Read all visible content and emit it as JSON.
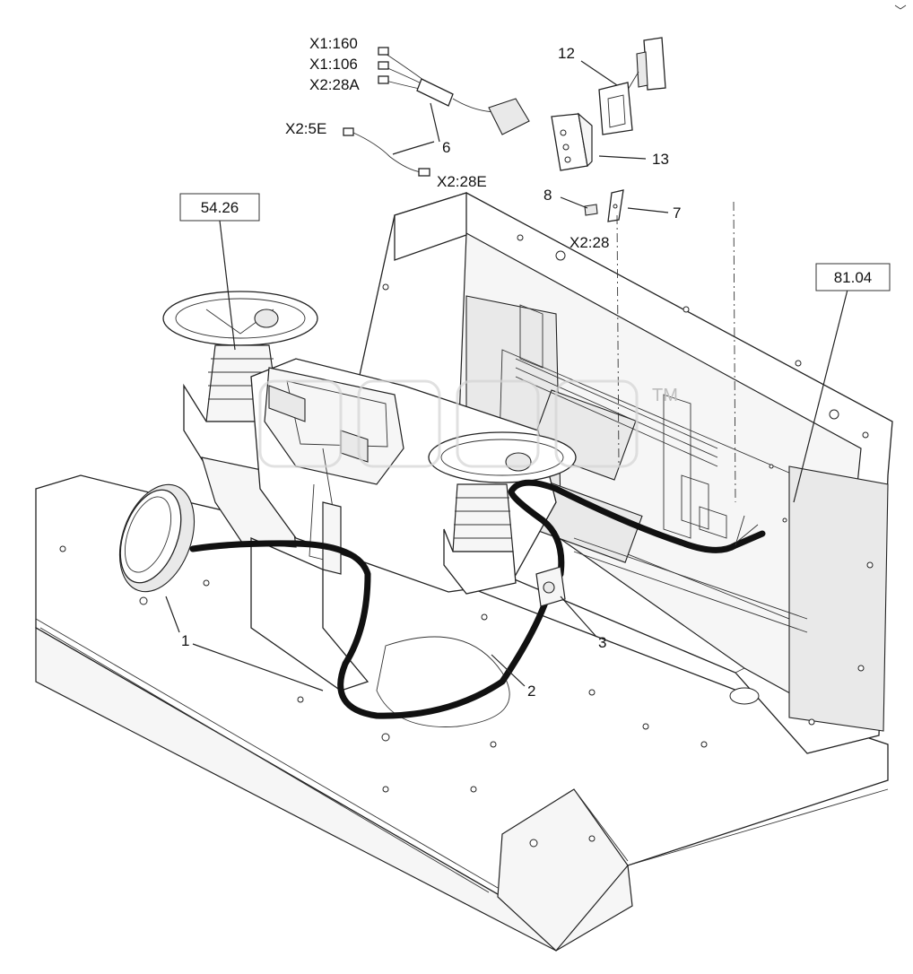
{
  "callouts": {
    "c1": "1",
    "c2": "2",
    "c3": "3",
    "c6": "6",
    "c7": "7",
    "c8": "8",
    "c12": "12",
    "c13": "13"
  },
  "connectors": {
    "x1_160": "X1:160",
    "x1_106": "X1:106",
    "x2_28a": "X2:28A",
    "x2_5e": "X2:5E",
    "x2_28e": "X2:28E",
    "x2_28": "X2:28"
  },
  "references": {
    "ref_5426": "54.26",
    "ref_8104": "81.04"
  },
  "watermark": {
    "tm": "TM"
  }
}
